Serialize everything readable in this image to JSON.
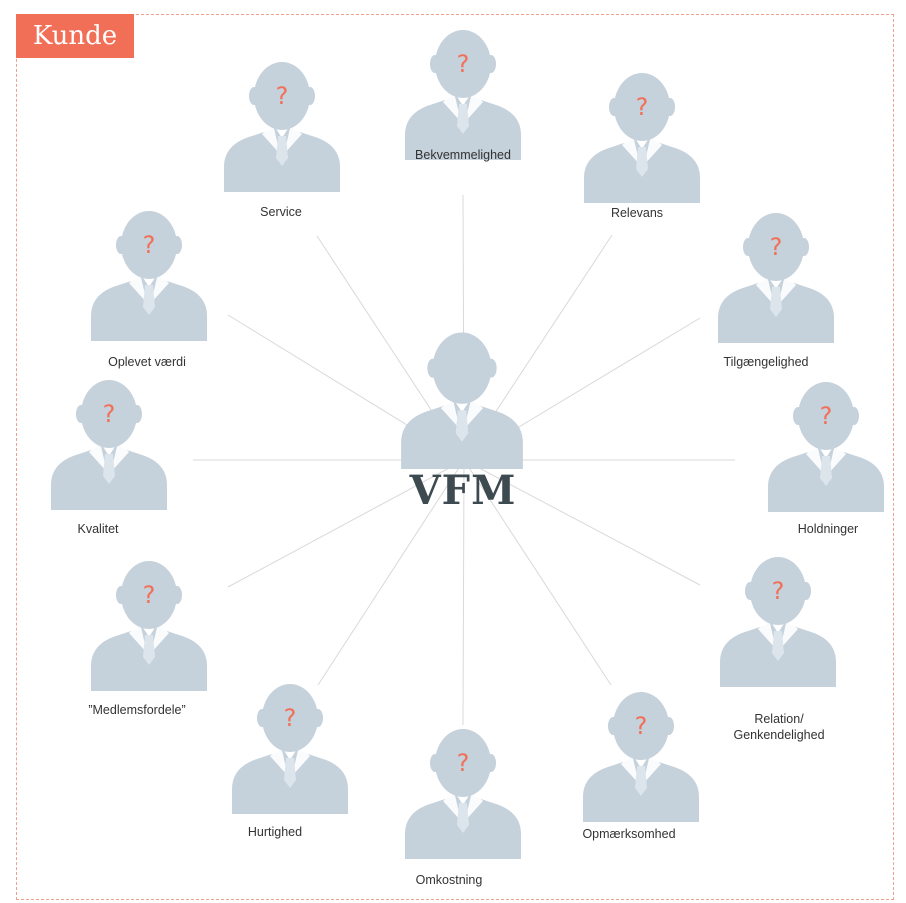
{
  "header": {
    "tag_label": "Kunde"
  },
  "center": {
    "label": "VFM"
  },
  "question_mark": "?",
  "colors": {
    "accent": "#f26f57",
    "silhouette": "#c5d1db",
    "line": "#d9d9d9",
    "text": "#333333"
  },
  "nodes": [
    {
      "id": "bekvemmelighed",
      "label": "Bekvemmelighed"
    },
    {
      "id": "relevans",
      "label": "Relevans"
    },
    {
      "id": "tilgaengelighed",
      "label": "Tilgængelighed"
    },
    {
      "id": "holdninger",
      "label": "Holdninger"
    },
    {
      "id": "relation",
      "label": "Relation/ Genkendelighed"
    },
    {
      "id": "opmaerksomhed",
      "label": "Opmærksomhed"
    },
    {
      "id": "omkostning",
      "label": "Omkostning"
    },
    {
      "id": "hurtighed",
      "label": "Hurtighed"
    },
    {
      "id": "medlemsfordele",
      "label": "”Medlemsfordele”"
    },
    {
      "id": "kvalitet",
      "label": "Kvalitet"
    },
    {
      "id": "oplevet-vaerdi",
      "label": "Oplevet værdi"
    },
    {
      "id": "service",
      "label": "Service"
    }
  ]
}
